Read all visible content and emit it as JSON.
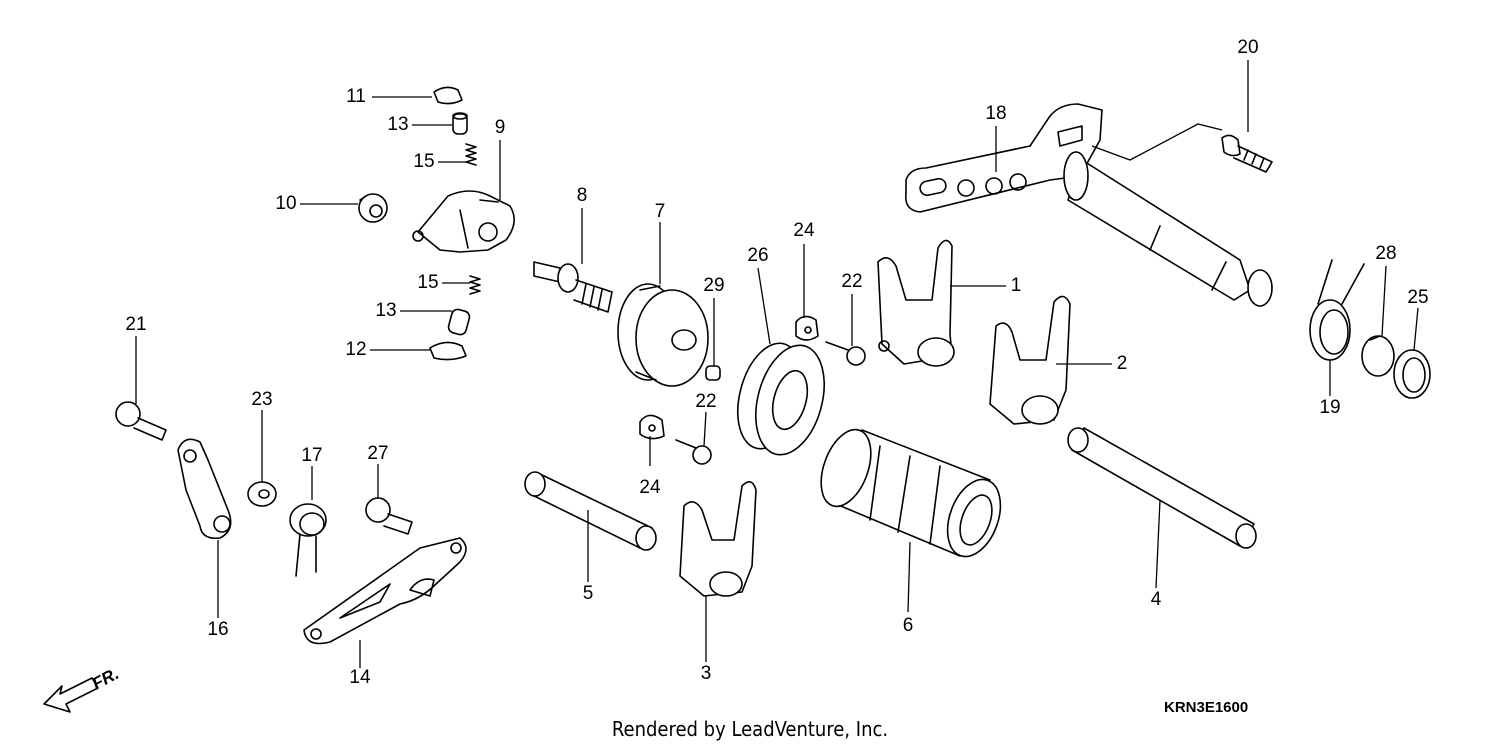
{
  "diagram": {
    "callouts": [
      "1",
      "2",
      "3",
      "4",
      "5",
      "6",
      "7",
      "8",
      "9",
      "10",
      "11",
      "12",
      "13",
      "13",
      "14",
      "15",
      "15",
      "16",
      "17",
      "18",
      "19",
      "20",
      "21",
      "22",
      "22",
      "23",
      "24",
      "24",
      "25",
      "26",
      "27",
      "28",
      "29"
    ],
    "direction_label": "FR.",
    "diagram_code": "KRN3E1600",
    "credit": "Rendered by LeadVenture, Inc."
  },
  "colors": {
    "ink": "#000000",
    "background": "#ffffff"
  }
}
